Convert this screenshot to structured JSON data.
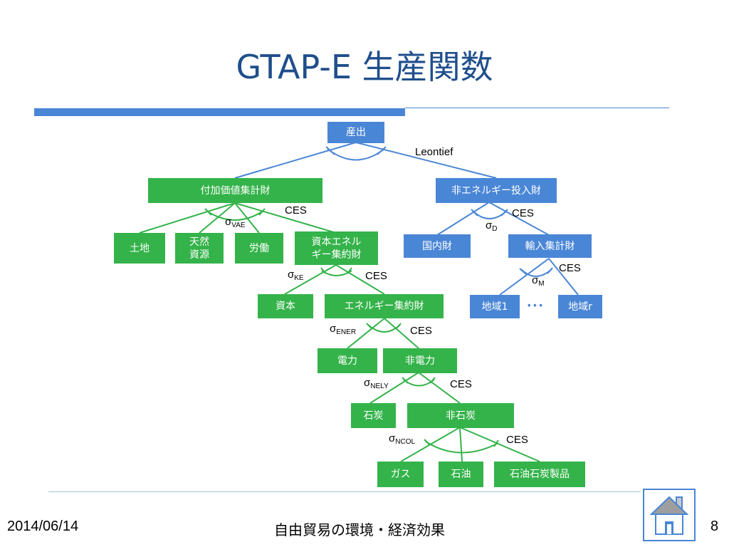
{
  "title": "GTAP-E 生産関数",
  "footer": {
    "date": "2014/06/14",
    "center": "自由貿易の環境・経済効果",
    "page": "8"
  },
  "nodes": {
    "output": "産出",
    "value_added": "付加価値集計財",
    "non_energy": "非エネルギー投入財",
    "land": "土地",
    "natural_resources": "天然\n資源",
    "labor": "労働",
    "capital_energy": "資本エネル\nギー集約財",
    "domestic": "国内財",
    "imports": "輸入集計財",
    "capital": "資本",
    "energy": "エネルギー集約財",
    "region1": "地域1",
    "region_r": "地域r",
    "electricity": "電力",
    "non_electricity": "非電力",
    "coal": "石炭",
    "non_coal": "非石炭",
    "gas": "ガス",
    "oil": "石油",
    "petroleum_coal": "石油石炭製品"
  },
  "labels": {
    "leontief": "Leontief",
    "ces": "CES",
    "sigma": "σ",
    "ellipsis": "• • •",
    "sub_vae": "VAE",
    "sub_d": "D",
    "sub_ke": "KE",
    "sub_m": "M",
    "sub_ener": "ENER",
    "sub_nely": "NELY",
    "sub_ncol": "NCOL"
  },
  "colors": {
    "green": "#34b34a",
    "blue": "#4a86d6",
    "title": "#1f4e8c"
  },
  "icons": {
    "home": "home-icon"
  }
}
